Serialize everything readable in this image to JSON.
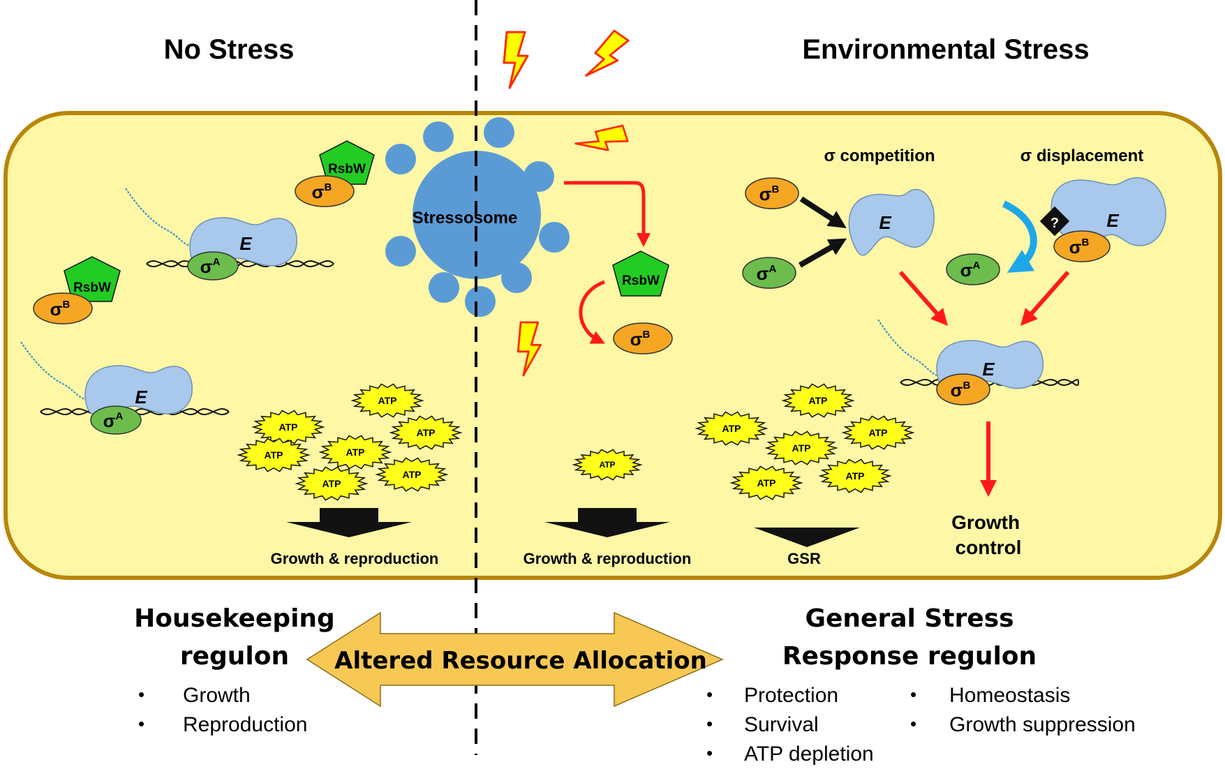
{
  "headers": {
    "left": "No Stress",
    "right": "Environmental Stress"
  },
  "labels": {
    "stressosome": "Stressosome",
    "rsbw": "RsbW",
    "enzyme": "E",
    "sigma_a": "σ",
    "sigma_a_sup": "A",
    "sigma_b": "σ",
    "sigma_b_sup": "B",
    "unknown_factor": "?",
    "atp": "ATP",
    "sigma_competition": "σ competition",
    "sigma_displacement": "σ displacement",
    "growth_reproduction_left": "Growth & reproduction",
    "growth_reproduction_mid": "Growth & reproduction",
    "gsr": "GSR",
    "growth_control_1": "Growth",
    "growth_control_2": "control"
  },
  "bottom": {
    "arrow_label": "Altered Resource Allocation",
    "left_title_1": "Housekeeping",
    "left_title_2": "regulon",
    "left_items": [
      "Growth",
      "Reproduction"
    ],
    "right_title_1": "General Stress",
    "right_title_2": "Response regulon",
    "right_items_col1": [
      "Protection",
      "Survival",
      "ATP depletion"
    ],
    "right_items_col2": [
      "Homeostasis",
      "Growth suppression"
    ],
    "bullet": "•"
  },
  "colors": {
    "cell_fill": "#fdf7a6",
    "cell_border": "#b8860b",
    "enzyme": "#a8c8ec",
    "sigma_a": "#6cbd4c",
    "sigma_b": "#f5a623",
    "rsbw": "#22cc22",
    "stressosome": "#5b9bd5",
    "red_arrow": "#ff1a1a",
    "blue_arrow": "#1ea7e8",
    "bolt_fill": "#ffff00",
    "bolt_stroke": "#ff2a00",
    "bottom_arrow": "#f8c855"
  }
}
